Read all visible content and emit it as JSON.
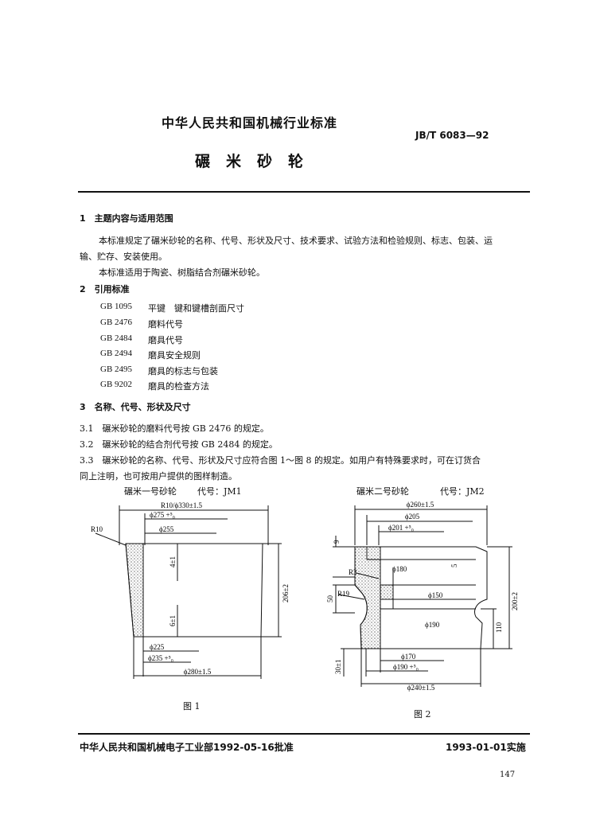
{
  "header": {
    "title": "中华人民共和国机械行业标准",
    "standard_no": "JB/T 6083—92",
    "doc_title": "碾米砂轮"
  },
  "sections": {
    "s1_heading": "1　主题内容与适用范围",
    "s1_p1_line1": "本标准规定了碾米砂轮的名称、代号、形状及尺寸、技术要求、试验方法和检验规则、标志、包装、运",
    "s1_p1_line2": "输、贮存、安装使用。",
    "s1_p2": "本标准适用于陶瓷、树脂结合剂碾米砂轮。",
    "s2_heading": "2　引用标准",
    "refs": [
      {
        "code": "GB 1095",
        "text": "平键　键和键槽剖面尺寸"
      },
      {
        "code": "GB 2476",
        "text": "磨料代号"
      },
      {
        "code": "GB 2484",
        "text": "磨具代号"
      },
      {
        "code": "GB 2494",
        "text": "磨具安全规则"
      },
      {
        "code": "GB 2495",
        "text": "磨具的标志与包装"
      },
      {
        "code": "GB 9202",
        "text": "磨具的检查方法"
      }
    ],
    "s3_heading": "3　名称、代号、形状及尺寸",
    "s3_1": "3.1　碾米砂轮的磨料代号按 GB 2476 的规定。",
    "s3_2": "3.2　碾米砂轮的结合剂代号按 GB 2484 的规定。",
    "s3_3_line1": "3.3　碾米砂轮的名称、代号、形状及尺寸应符合图 1～图 8 的规定。如用户有特殊要求时，可在订货合",
    "s3_3_line2": "同上注明，也可按用户提供的图样制造。"
  },
  "fig1": {
    "name": "碾米一号砂轮",
    "code": "代号：JM1",
    "caption": "图 1",
    "d_top": "R10/ϕ330±1.5",
    "d_275": "ϕ275 +⁵₀",
    "d_255": "ϕ255",
    "d_r10": "R10",
    "d_4": "4±1",
    "d_6": "6±1",
    "d_206": "206±2",
    "d_225": "ϕ225",
    "d_235": "ϕ235 +⁵₀",
    "d_280": "ϕ280±1.5"
  },
  "fig2": {
    "name": "碾米二号砂轮",
    "code": "代号：JM2",
    "caption": "图 2",
    "d_260": "ϕ260±1.5",
    "d_205": "ϕ205",
    "d_201": "ϕ201 +⁵₀",
    "d_180": "ϕ180",
    "d_150": "ϕ150",
    "d_190": "ϕ190",
    "d_170": "ϕ170",
    "d_190b": "ϕ190 +⁵₀",
    "d_240": "ϕ240±1.5",
    "d_r3": "R3",
    "d_r19": "R19",
    "d_9": "9",
    "d_5": "5",
    "d_50": "50",
    "d_200": "200±2",
    "d_110": "110",
    "d_30": "30±1"
  },
  "footer": {
    "issuer": "中华人民共和国机械电子工业部1992-05-16批准",
    "effective": "1993-01-01实施",
    "page_no": "147"
  }
}
